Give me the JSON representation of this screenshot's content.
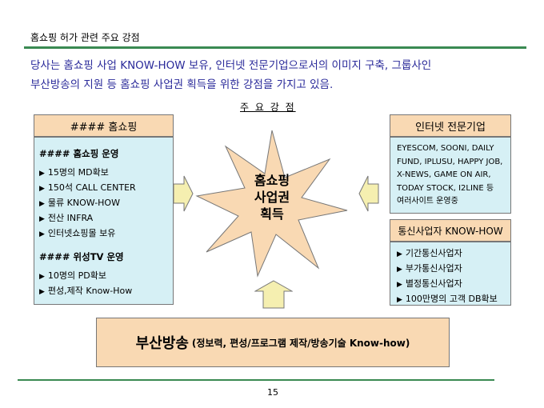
{
  "header": {
    "title": "홈쇼핑 허가 관련 주요 강점"
  },
  "intro": {
    "line1": "당사는 홈쇼핑 사업 KNOW-HOW 보유, 인터넷 전문기업으로서의 이미지 구축, 그룹사인",
    "line2": "부산방송의 지원 등 홈쇼핑 사업권 획득을 위한 강점을 가지고 있음."
  },
  "strengths_label": "주 요 강 점",
  "left_box": {
    "title": "#### 홈쇼핑",
    "group1": {
      "title": "#### 홈쇼핑 운영",
      "items": [
        "15명의 MD확보",
        "150석 CALL CENTER",
        "물류 KNOW-HOW",
        "전산 INFRA",
        "인터넷쇼핑몰 보유"
      ]
    },
    "group2": {
      "title": "#### 위성TV 운영",
      "items": [
        "10명의 PD확보",
        "편성,제작 Know-How"
      ]
    }
  },
  "center": {
    "line1": "홈쇼핑",
    "line2": "사업권",
    "line3": "획득",
    "star_color": "#f9d9b3"
  },
  "right_box1": {
    "title": "인터넷 전문기업",
    "body_lines": [
      "EYESCOM, SOONI, DAILY",
      "FUND, IPLUSU, HAPPY JOB,",
      "X-NEWS, GAME ON AIR,",
      "TODAY STOCK, I2LINE 등",
      "여러사이트 운영중"
    ]
  },
  "right_box2": {
    "title": "통신사업자 KNOW-HOW",
    "items": [
      "기간통신사업자",
      "부가통신사업자",
      "별정통신사업자",
      "100만명의 고객 DB확보"
    ]
  },
  "bottom_box": {
    "main": "부산방송",
    "sub": "(정보력, 편성/프로그램 제작/방송기술 Know-how)"
  },
  "page_number": "15",
  "colors": {
    "accent_green": "#3a8a52",
    "intro_text": "#2a2a9a",
    "header_fill": "#f9d9b3",
    "body_fill": "#d6f0f5",
    "arrow_fill": "#f5efb0"
  },
  "icons": {
    "bullet": "▶"
  }
}
